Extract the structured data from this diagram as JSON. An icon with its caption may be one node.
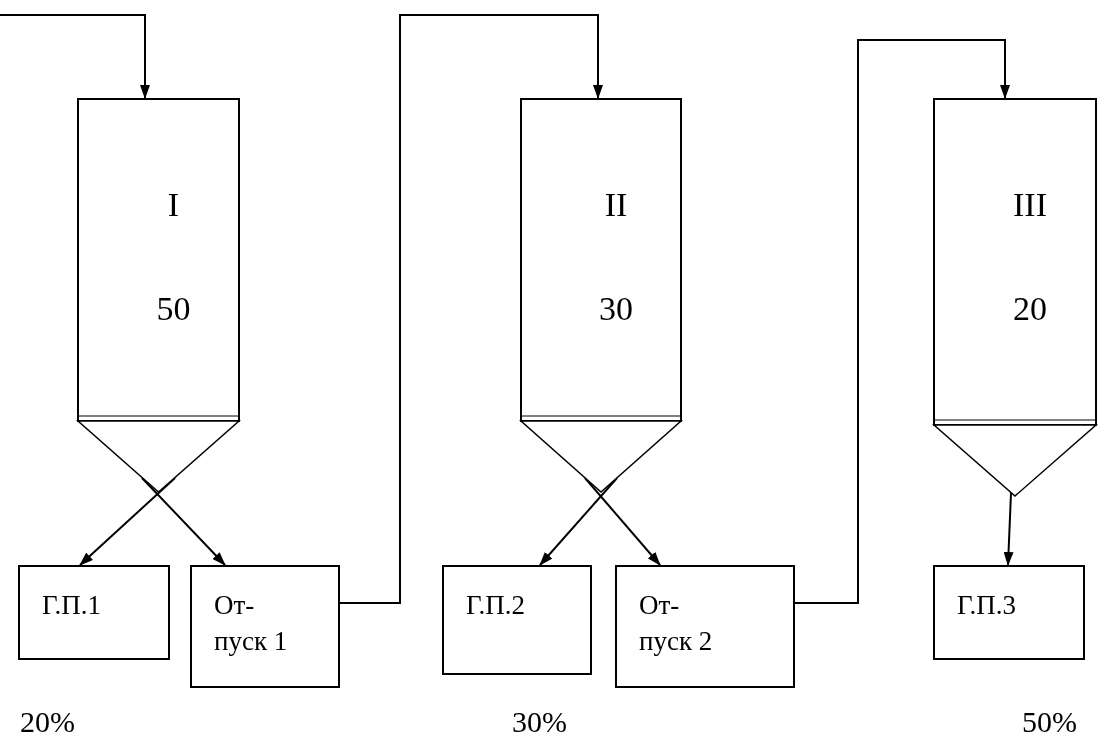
{
  "diagram": {
    "nodes": [
      {
        "text": [
          "I",
          "50"
        ]
      },
      {
        "text": [
          "Г.П.1"
        ],
        "beside": [
          "20%"
        ]
      },
      {
        "text": [
          "От- пуск 1"
        ]
      },
      {
        "text": [
          "II",
          "30"
        ]
      },
      {
        "text": [
          "Г.П.2"
        ],
        "beside": [
          "30%"
        ]
      },
      {
        "text": [
          "От- пуск 2"
        ]
      },
      {
        "text": [
          "III",
          "20"
        ]
      },
      {
        "text": [
          "Г.П.3"
        ],
        "beside": [
          "50%"
        ]
      }
    ],
    "edges": [
      {
        "from": null,
        "to": 0,
        "arrow": "to"
      },
      {
        "from": 0,
        "to": 1,
        "arrow": "to"
      },
      {
        "from": 0,
        "to": 2,
        "arrow": "to"
      },
      {
        "from": 2,
        "to": 3,
        "arrow": "to"
      },
      {
        "from": 3,
        "to": 4,
        "arrow": "to"
      },
      {
        "from": 3,
        "to": 5,
        "arrow": "to"
      },
      {
        "from": 5,
        "to": 6,
        "arrow": "to"
      },
      {
        "from": 6,
        "to": 7,
        "arrow": "to"
      }
    ]
  }
}
